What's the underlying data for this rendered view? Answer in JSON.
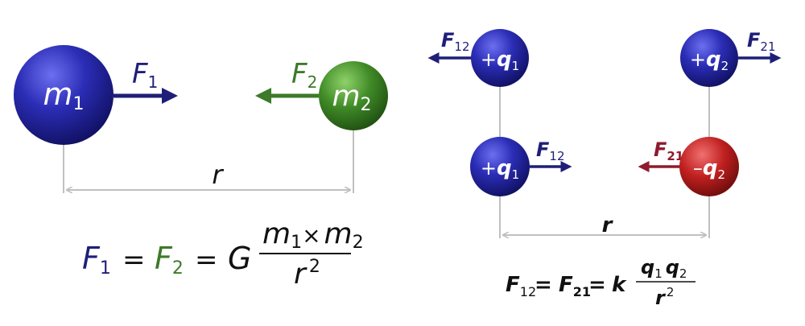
{
  "colors": {
    "blue": "#1f1f78",
    "green": "#3d7a2a",
    "red": "#8e1b2e",
    "gray": "#c0c0c0",
    "black": "#111111",
    "white": "#ffffff"
  },
  "gravity": {
    "mass1": {
      "sym": "m",
      "sub": "1"
    },
    "mass2": {
      "sym": "m",
      "sub": "2"
    },
    "force1": {
      "sym": "F",
      "sub": "1"
    },
    "force2": {
      "sym": "F",
      "sub": "2"
    },
    "distance": "r",
    "formula": {
      "f1_sym": "F",
      "f1_sub": "1",
      "eq1": "=",
      "f2_sym": "F",
      "f2_sub": "2",
      "eq2": "=",
      "const": "G",
      "num_m1": "m",
      "num_sub1": "1",
      "times": "×",
      "num_m2": "m",
      "num_sub2": "2",
      "den": "r",
      "den_exp": "2"
    }
  },
  "coulomb": {
    "top_left_charge": {
      "sign": "+",
      "sym": "q",
      "sub": "1"
    },
    "top_right_charge": {
      "sign": "+",
      "sym": "q",
      "sub": "2"
    },
    "bottom_left_charge": {
      "sign": "+",
      "sym": "q",
      "sub": "1"
    },
    "bottom_right_charge": {
      "sign": "–",
      "sym": "q",
      "sub": "2"
    },
    "top_left_force": {
      "sym": "F",
      "sub": "12"
    },
    "top_right_force": {
      "sym": "F",
      "sub": "21"
    },
    "bottom_left_force": {
      "sym": "F",
      "sub": "12"
    },
    "bottom_right_force": {
      "sym": "F",
      "sub": "21"
    },
    "distance": "r",
    "formula": {
      "f12_sym": "F",
      "f12_sub": "12",
      "eq1": "=",
      "f21_sym": "F",
      "f21_sub": "21",
      "eq2": "=",
      "const": "k",
      "q1_sym": "q",
      "q1_sub": "1",
      "q2_sym": "q",
      "q2_sub": "2",
      "den": "r",
      "den_exp": "2"
    }
  }
}
